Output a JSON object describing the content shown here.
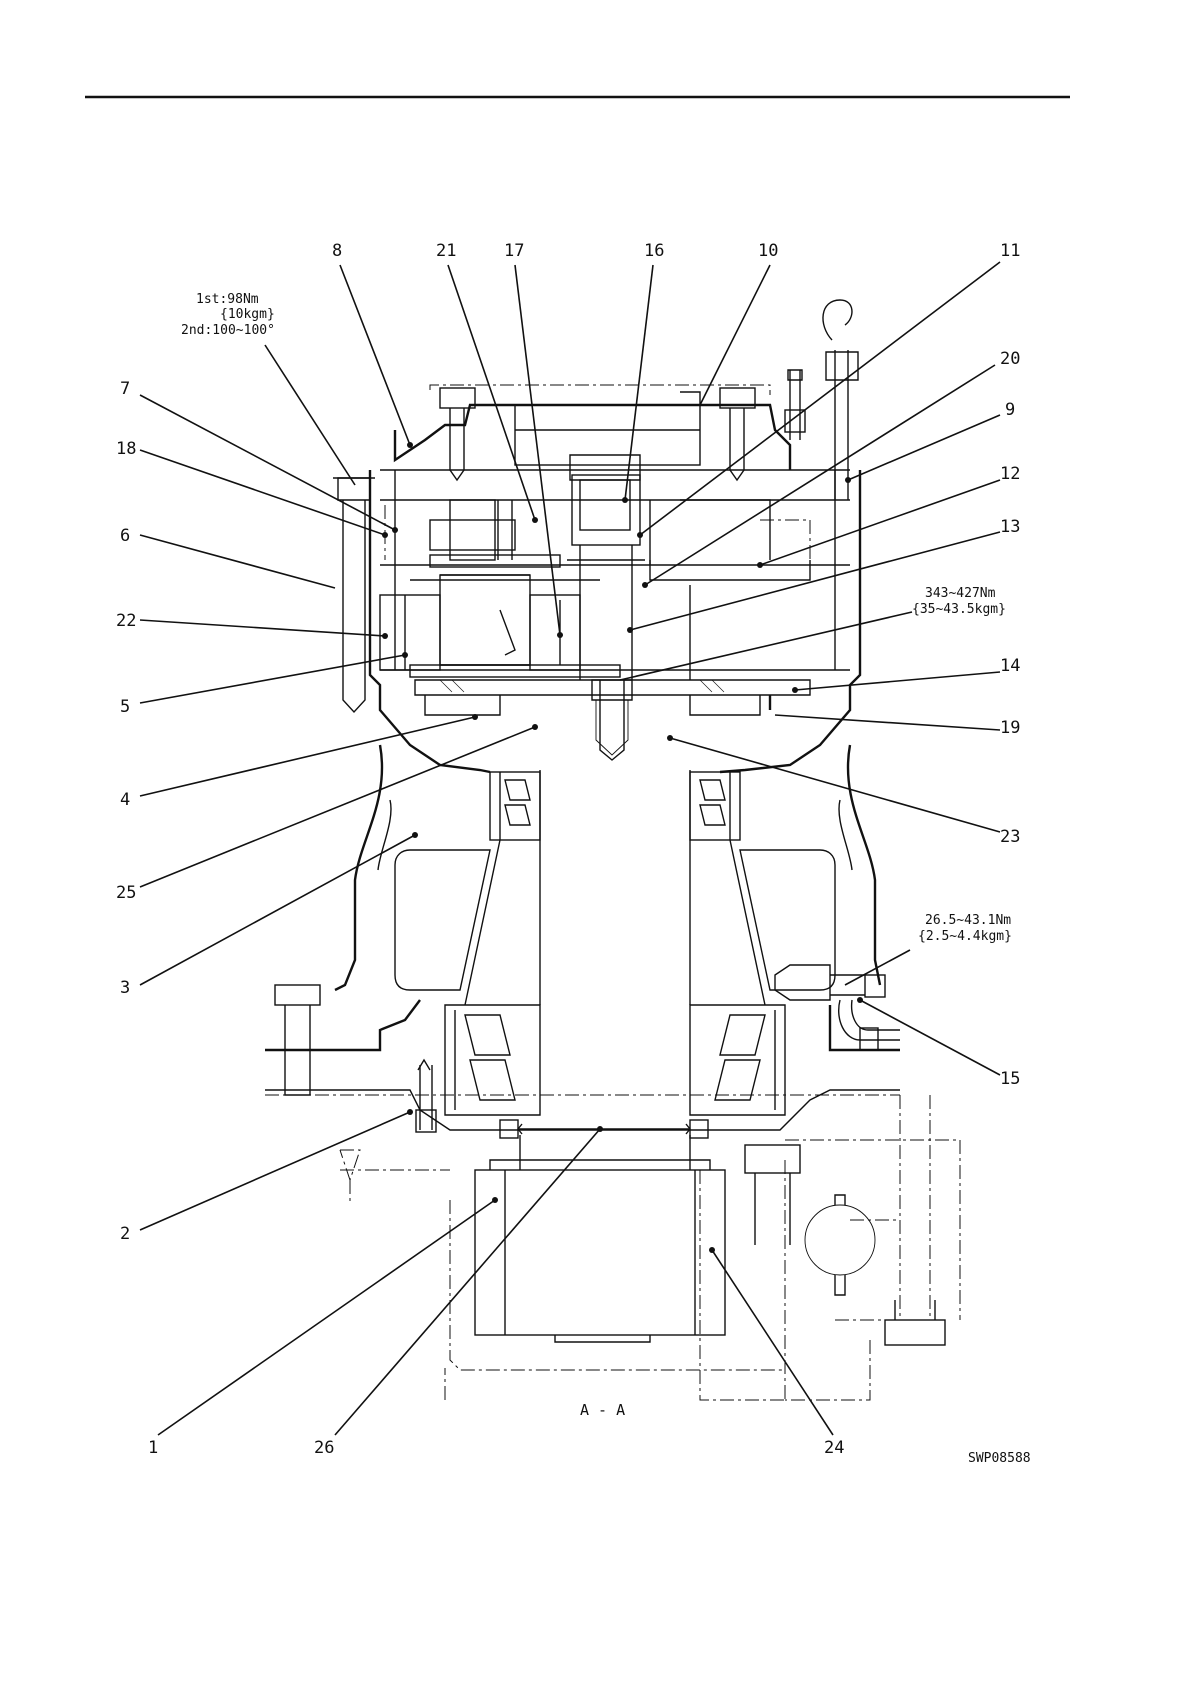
{
  "callouts": [
    {
      "id": "8",
      "text": "8"
    },
    {
      "id": "21",
      "text": "21"
    },
    {
      "id": "17",
      "text": "17"
    },
    {
      "id": "16",
      "text": "16"
    },
    {
      "id": "10",
      "text": "10"
    },
    {
      "id": "11",
      "text": "11"
    },
    {
      "id": "20",
      "text": "20"
    },
    {
      "id": "9",
      "text": "9"
    },
    {
      "id": "12",
      "text": "12"
    },
    {
      "id": "13",
      "text": "13"
    },
    {
      "id": "14",
      "text": "14"
    },
    {
      "id": "19",
      "text": "19"
    },
    {
      "id": "23",
      "text": "23"
    },
    {
      "id": "15",
      "text": "15"
    },
    {
      "id": "7",
      "text": "7"
    },
    {
      "id": "18",
      "text": "18"
    },
    {
      "id": "6",
      "text": "6"
    },
    {
      "id": "22",
      "text": "22"
    },
    {
      "id": "5",
      "text": "5"
    },
    {
      "id": "4",
      "text": "4"
    },
    {
      "id": "25",
      "text": "25"
    },
    {
      "id": "3",
      "text": "3"
    },
    {
      "id": "2",
      "text": "2"
    },
    {
      "id": "1",
      "text": "1"
    },
    {
      "id": "26",
      "text": "26"
    },
    {
      "id": "24",
      "text": "24"
    }
  ],
  "torque_specs": {
    "bolt_top_left": {
      "line1": "1st:98Nm",
      "line2": "{10kgm}",
      "line3": "2nd:100~100°"
    },
    "center_bolt": {
      "line1": "343~427Nm",
      "line2": "{35~43.5kgm}"
    },
    "drain_plug": {
      "line1": "26.5~43.1Nm",
      "line2": "{2.5~4.4kgm}"
    }
  },
  "section_label": "A - A",
  "figure_code": "SWP08588"
}
